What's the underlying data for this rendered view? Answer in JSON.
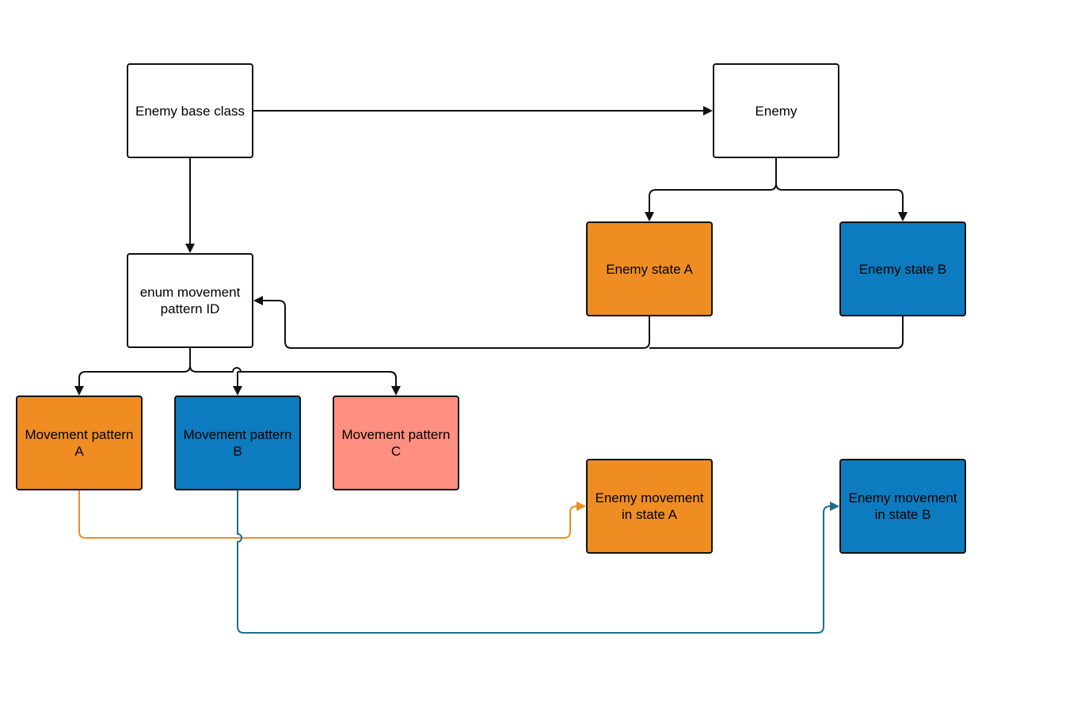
{
  "colors": {
    "white": "#ffffff",
    "orange": "#ef8d22",
    "blue": "#0c7bbf",
    "salmon": "#ff8f80",
    "line_black": "#111111",
    "line_orange": "#ef8d22",
    "line_blue": "#1b6e8f"
  },
  "nodes": {
    "enemy_base_class": {
      "label": "Enemy base class",
      "color": "white"
    },
    "enemy": {
      "label": "Enemy",
      "color": "white"
    },
    "enemy_state_a": {
      "label": "Enemy state A",
      "color": "orange"
    },
    "enemy_state_b": {
      "label": "Enemy state B",
      "color": "blue"
    },
    "enum_movement_pattern_id": {
      "label": "enum movement pattern ID",
      "color": "white"
    },
    "movement_pattern_a": {
      "label": "Movement pattern A",
      "color": "orange"
    },
    "movement_pattern_b": {
      "label": "Movement pattern B",
      "color": "blue"
    },
    "movement_pattern_c": {
      "label": "Movement pattern C",
      "color": "salmon"
    },
    "enemy_movement_state_a": {
      "label": "Enemy movement in state A",
      "color": "orange"
    },
    "enemy_movement_state_b": {
      "label": "Enemy movement in state B",
      "color": "blue"
    }
  },
  "edges": [
    {
      "from": "enemy_base_class",
      "to": "enemy",
      "color": "line_black"
    },
    {
      "from": "enemy_base_class",
      "to": "enum_movement_pattern_id",
      "color": "line_black"
    },
    {
      "from": "enemy",
      "to": "enemy_state_a",
      "color": "line_black"
    },
    {
      "from": "enemy",
      "to": "enemy_state_b",
      "color": "line_black"
    },
    {
      "from": "enemy_state_a",
      "to": "enum_movement_pattern_id",
      "color": "line_black"
    },
    {
      "from": "enemy_state_b",
      "to": "enum_movement_pattern_id",
      "color": "line_black"
    },
    {
      "from": "enum_movement_pattern_id",
      "to": "movement_pattern_a",
      "color": "line_black"
    },
    {
      "from": "enum_movement_pattern_id",
      "to": "movement_pattern_b",
      "color": "line_black"
    },
    {
      "from": "enum_movement_pattern_id",
      "to": "movement_pattern_c",
      "color": "line_black"
    },
    {
      "from": "movement_pattern_a",
      "to": "enemy_movement_state_a",
      "color": "line_orange"
    },
    {
      "from": "movement_pattern_b",
      "to": "enemy_movement_state_b",
      "color": "line_blue"
    }
  ]
}
